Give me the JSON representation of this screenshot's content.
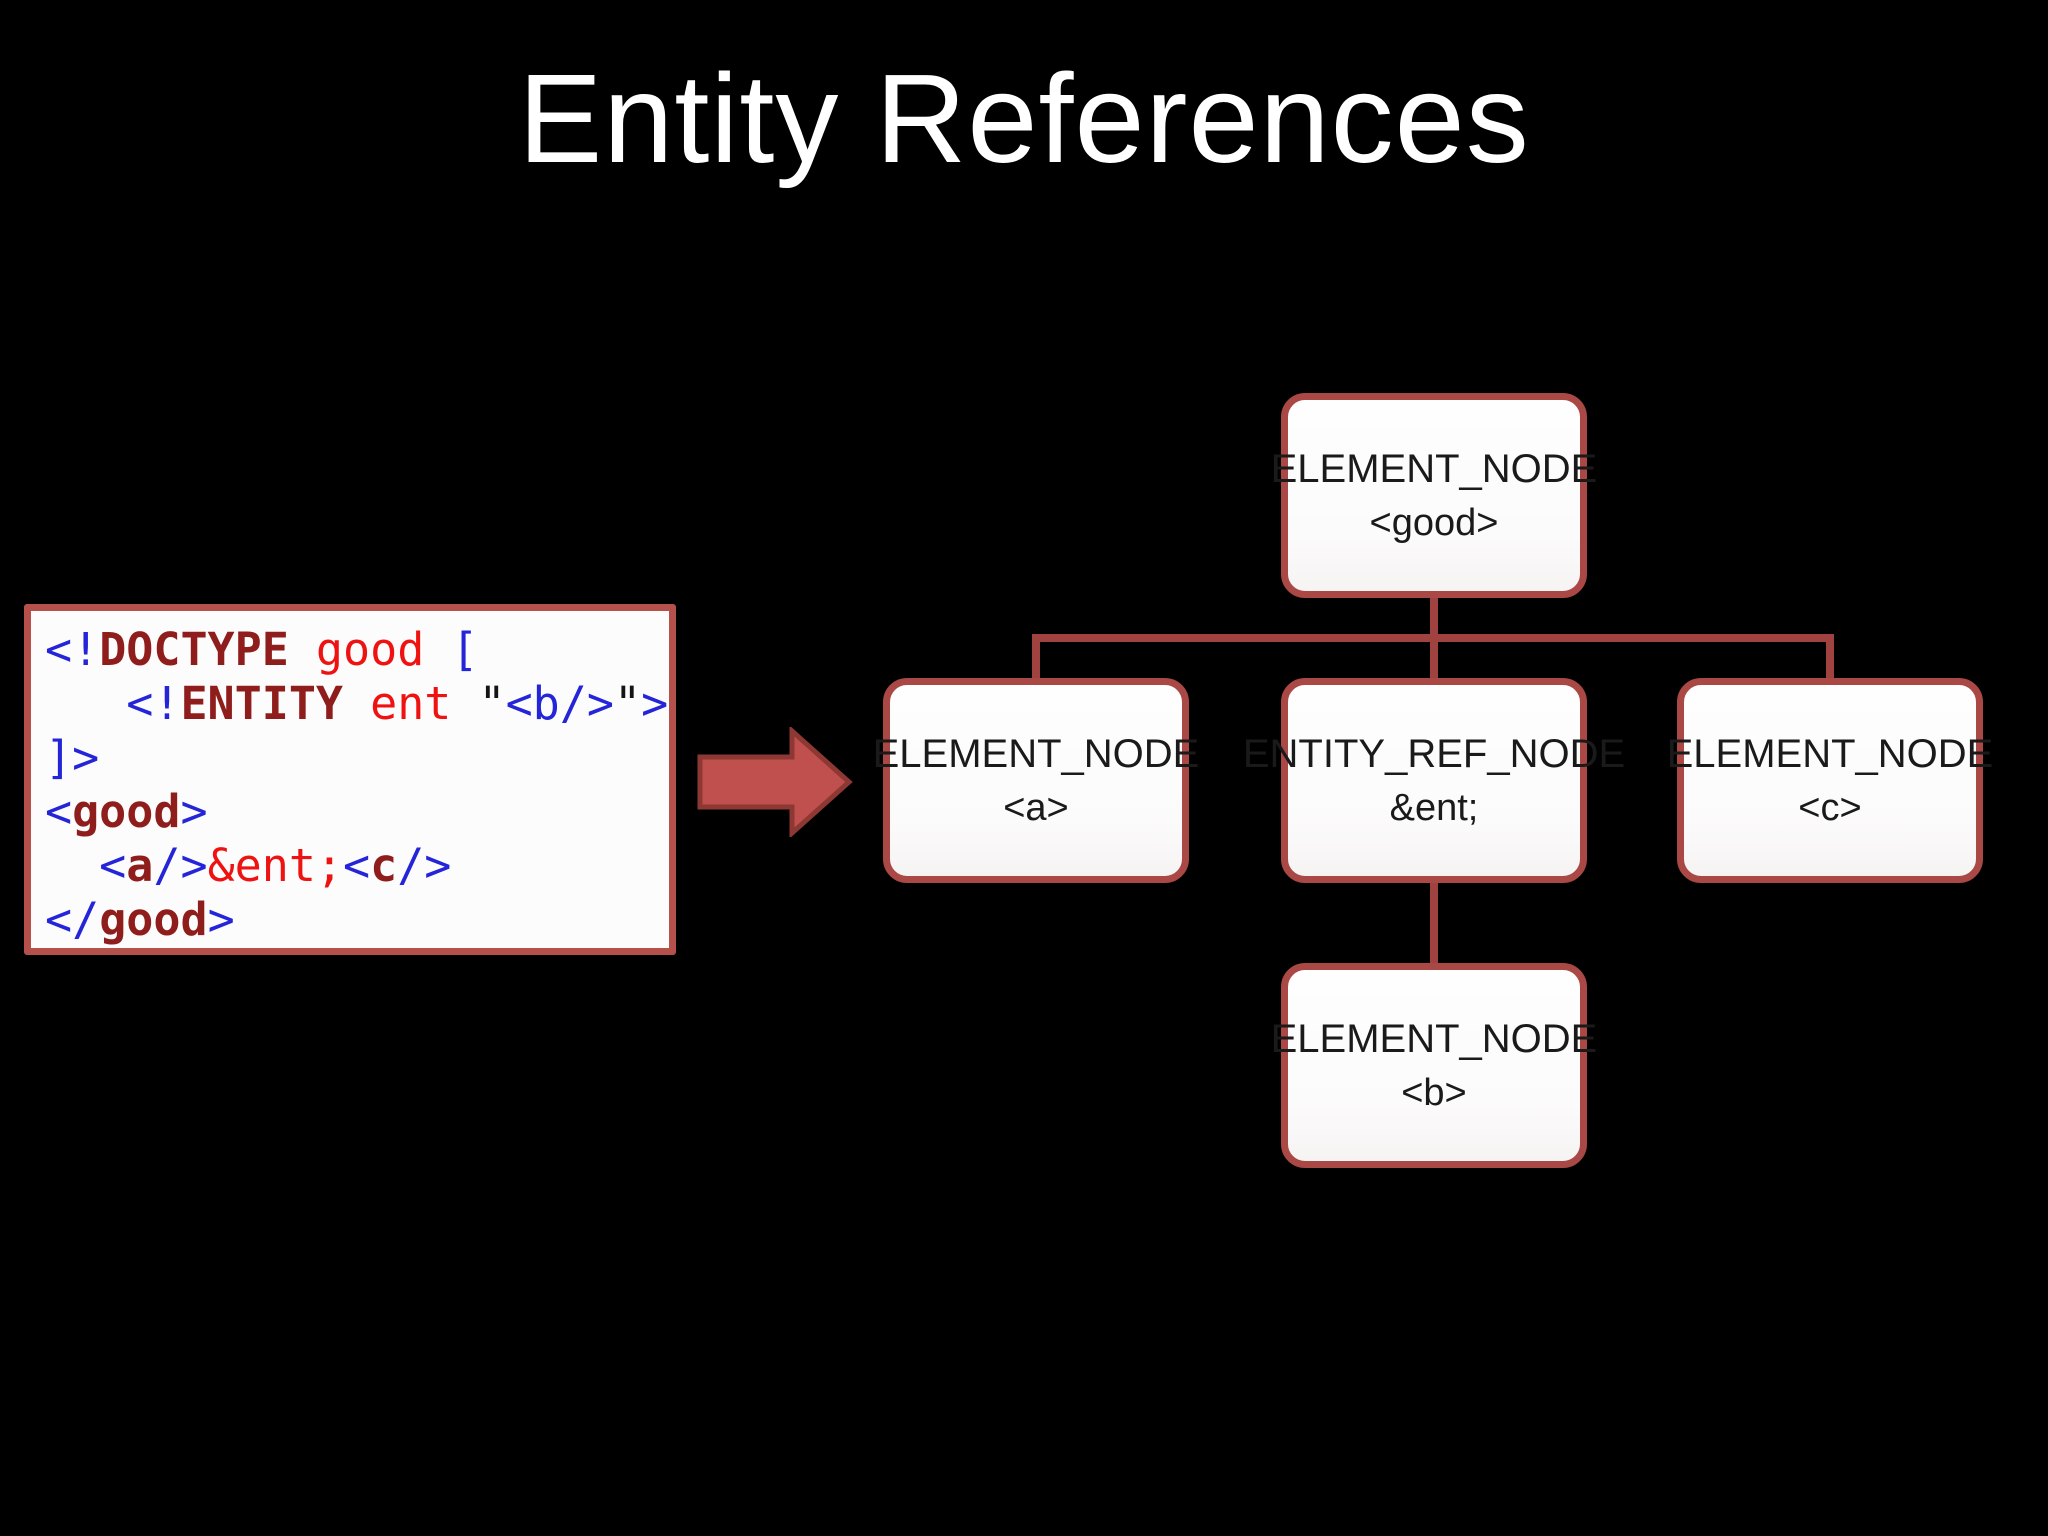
{
  "slide": {
    "title": "Entity References"
  },
  "theme": {
    "background": "#000000",
    "title_color": "#FFFFFF",
    "box_border": "#B5504B",
    "code_bg": "#FCFCFC",
    "node_border": "#A94844",
    "node_fill": "#FCFBFB",
    "node_text": "#1A1A1A",
    "connector": "#A04240",
    "arrow_fill": "#C0504D",
    "arrow_stroke": "#8E3834",
    "code_blue": "#2424D8",
    "code_maroon": "#8E1D1C",
    "code_red": "#EE1211",
    "code_black": "#141414"
  },
  "code_panel": {
    "lines": [
      {
        "tokens": [
          {
            "color": "blue",
            "text": "<!"
          },
          {
            "color": "maroon",
            "text": "DOCTYPE"
          },
          {
            "color": "red",
            "text": " good "
          },
          {
            "color": "blue",
            "text": "["
          }
        ]
      },
      {
        "tokens": [
          {
            "color": "blue",
            "text": "   <!"
          },
          {
            "color": "maroon",
            "text": "ENTITY"
          },
          {
            "color": "red",
            "text": " ent "
          },
          {
            "color": "black",
            "text": "\""
          },
          {
            "color": "blue",
            "text": "<b/>"
          },
          {
            "color": "black",
            "text": "\""
          },
          {
            "color": "blue",
            "text": ">"
          }
        ]
      },
      {
        "tokens": [
          {
            "color": "blue",
            "text": "]>"
          }
        ]
      },
      {
        "tokens": [
          {
            "color": "blue",
            "text": "<"
          },
          {
            "color": "maroon",
            "text": "good"
          },
          {
            "color": "blue",
            "text": ">"
          }
        ]
      },
      {
        "tokens": [
          {
            "color": "blue",
            "text": "  <"
          },
          {
            "color": "maroon",
            "text": "a"
          },
          {
            "color": "blue",
            "text": "/>"
          },
          {
            "color": "red",
            "text": "&ent;"
          },
          {
            "color": "blue",
            "text": "<"
          },
          {
            "color": "maroon",
            "text": "c"
          },
          {
            "color": "blue",
            "text": "/>"
          }
        ]
      },
      {
        "tokens": [
          {
            "color": "blue",
            "text": "</"
          },
          {
            "color": "maroon",
            "text": "good"
          },
          {
            "color": "blue",
            "text": ">"
          }
        ]
      }
    ]
  },
  "arrow": {
    "meaning": "transforms-to-arrow"
  },
  "tree": {
    "nodes": [
      {
        "id": "good",
        "type": "ELEMENT_NODE",
        "value": "<good>"
      },
      {
        "id": "a",
        "type": "ELEMENT_NODE",
        "value": "<a>"
      },
      {
        "id": "ent",
        "type": "ENTITY_REF_NODE",
        "value": "&ent;"
      },
      {
        "id": "c",
        "type": "ELEMENT_NODE",
        "value": "<c>"
      },
      {
        "id": "b",
        "type": "ELEMENT_NODE",
        "value": "<b>"
      }
    ]
  }
}
